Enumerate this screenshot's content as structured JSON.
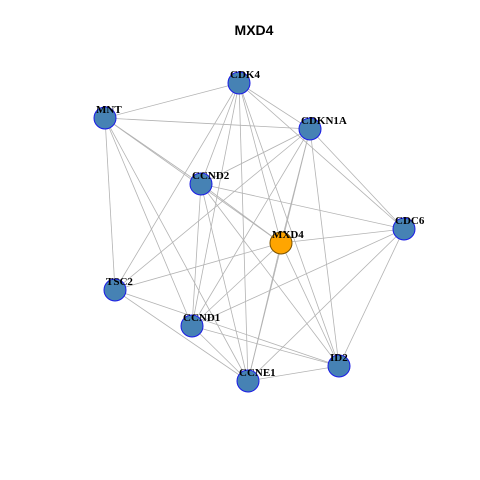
{
  "title": "MXD4",
  "colors": {
    "node_fill": "#4682b4",
    "node_stroke": "#1a1ae6",
    "focus_fill": "#ffa500",
    "focus_stroke": "#7a5200",
    "edge": "#b3b3b3"
  },
  "nodes": [
    {
      "id": "CDK4",
      "label": "CDK4",
      "focus": false
    },
    {
      "id": "MNT",
      "label": "MNT",
      "focus": false
    },
    {
      "id": "CDKN1A",
      "label": "CDKN1A",
      "focus": false
    },
    {
      "id": "CCND2",
      "label": "CCND2",
      "focus": false
    },
    {
      "id": "MXD4",
      "label": "MXD4",
      "focus": true
    },
    {
      "id": "CDC6",
      "label": "CDC6",
      "focus": false
    },
    {
      "id": "TSC2",
      "label": "TSC2",
      "focus": false
    },
    {
      "id": "CCND1",
      "label": "CCND1",
      "focus": false
    },
    {
      "id": "ID2",
      "label": "ID2",
      "focus": false
    },
    {
      "id": "CCNE1",
      "label": "CCNE1",
      "focus": false
    }
  ],
  "edges": [
    [
      "CDK4",
      "MNT"
    ],
    [
      "CDK4",
      "CDKN1A"
    ],
    [
      "CDK4",
      "CCND2"
    ],
    [
      "CDK4",
      "MXD4"
    ],
    [
      "CDK4",
      "CDC6"
    ],
    [
      "CDK4",
      "TSC2"
    ],
    [
      "CDK4",
      "CCND1"
    ],
    [
      "CDK4",
      "ID2"
    ],
    [
      "CDK4",
      "CCNE1"
    ],
    [
      "MNT",
      "CDKN1A"
    ],
    [
      "MNT",
      "CCND2"
    ],
    [
      "MNT",
      "MXD4"
    ],
    [
      "MNT",
      "TSC2"
    ],
    [
      "MNT",
      "CCND1"
    ],
    [
      "MNT",
      "CCNE1"
    ],
    [
      "CDKN1A",
      "CCND2"
    ],
    [
      "CDKN1A",
      "MXD4"
    ],
    [
      "CDKN1A",
      "CDC6"
    ],
    [
      "CDKN1A",
      "TSC2"
    ],
    [
      "CDKN1A",
      "CCND1"
    ],
    [
      "CDKN1A",
      "ID2"
    ],
    [
      "CDKN1A",
      "CCNE1"
    ],
    [
      "CCND2",
      "MXD4"
    ],
    [
      "CCND2",
      "CDC6"
    ],
    [
      "CCND2",
      "CCND1"
    ],
    [
      "CCND2",
      "ID2"
    ],
    [
      "CCND2",
      "CCNE1"
    ],
    [
      "MXD4",
      "CDC6"
    ],
    [
      "MXD4",
      "TSC2"
    ],
    [
      "MXD4",
      "CCND1"
    ],
    [
      "MXD4",
      "ID2"
    ],
    [
      "MXD4",
      "CCNE1"
    ],
    [
      "CDC6",
      "CCND1"
    ],
    [
      "CDC6",
      "ID2"
    ],
    [
      "CDC6",
      "CCNE1"
    ],
    [
      "TSC2",
      "ID2"
    ],
    [
      "TSC2",
      "CCNE1"
    ],
    [
      "CCND1",
      "ID2"
    ],
    [
      "CCND1",
      "CCNE1"
    ],
    [
      "ID2",
      "CCNE1"
    ]
  ]
}
